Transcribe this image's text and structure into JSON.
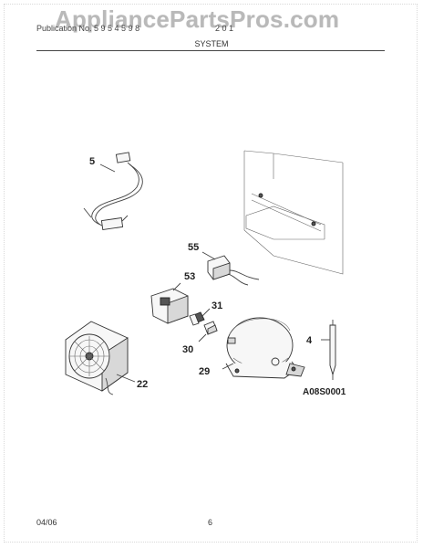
{
  "header": {
    "publication_label": "Publication No. 5 9 5 4 5 9 8",
    "model_label": "2 0 1",
    "watermark": "AppliancePartsPros.com",
    "section_title": "SYSTEM"
  },
  "diagram": {
    "callouts": {
      "wire_harness": "5",
      "relay": "55",
      "overload_protector": "53",
      "start_relay": "31",
      "capacitor": "30",
      "compressor": "29",
      "condenser_fan": "22",
      "drier": "4"
    },
    "figure_code": "A08S0001"
  },
  "footer": {
    "date": "04/06",
    "page_number": "6"
  }
}
